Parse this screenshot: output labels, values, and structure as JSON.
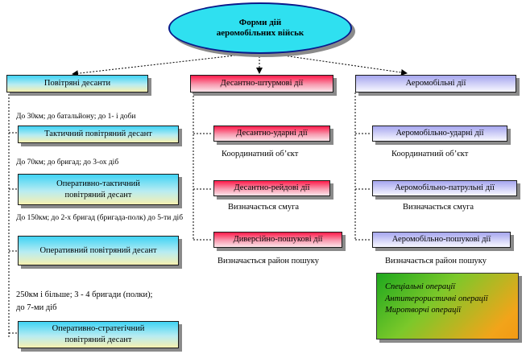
{
  "title": "Форми дій аеромобільних військ",
  "columns": [
    {
      "header": "Повітряні десанти"
    },
    {
      "header": "Десантно-штурмові дії"
    },
    {
      "header": "Аеромобільні дії"
    }
  ],
  "left": {
    "notes": [
      "До 30км; до батальйону; до 1- і доби",
      "До 70км; до бригад; до 3-ох діб",
      "До 150км; до 2-х бригад (бригада-полк) до 5-ти діб",
      "250км і більше; 3 - 4 бригади (полки); до 7-ми діб"
    ],
    "boxes": [
      "Тактичний повітряний десант",
      "Оперативно-тактичний повітряний десант",
      "Оперативний повітряний десант",
      "Оперативно-стратегічний повітряний десант"
    ]
  },
  "middle": {
    "boxes": [
      "Десантно-ударні дії",
      "Десантно-рейдові дії",
      "Диверсійно-пошукові дії"
    ],
    "notes": [
      "Координатний об’єкт",
      "Визначається смуга",
      "Визначається район пошуку"
    ]
  },
  "right": {
    "boxes": [
      "Аеромобільно-ударні дії",
      "Аеромобільно-патрульні дії",
      "Аеромобільно-пошукові дії"
    ],
    "notes": [
      "Координатний об’єкт",
      "Визначається смуга",
      "Визначається район пошуку"
    ],
    "special": [
      "Спеціальні операції",
      "Антитерористичні операції",
      "Миротворчі операції"
    ]
  }
}
